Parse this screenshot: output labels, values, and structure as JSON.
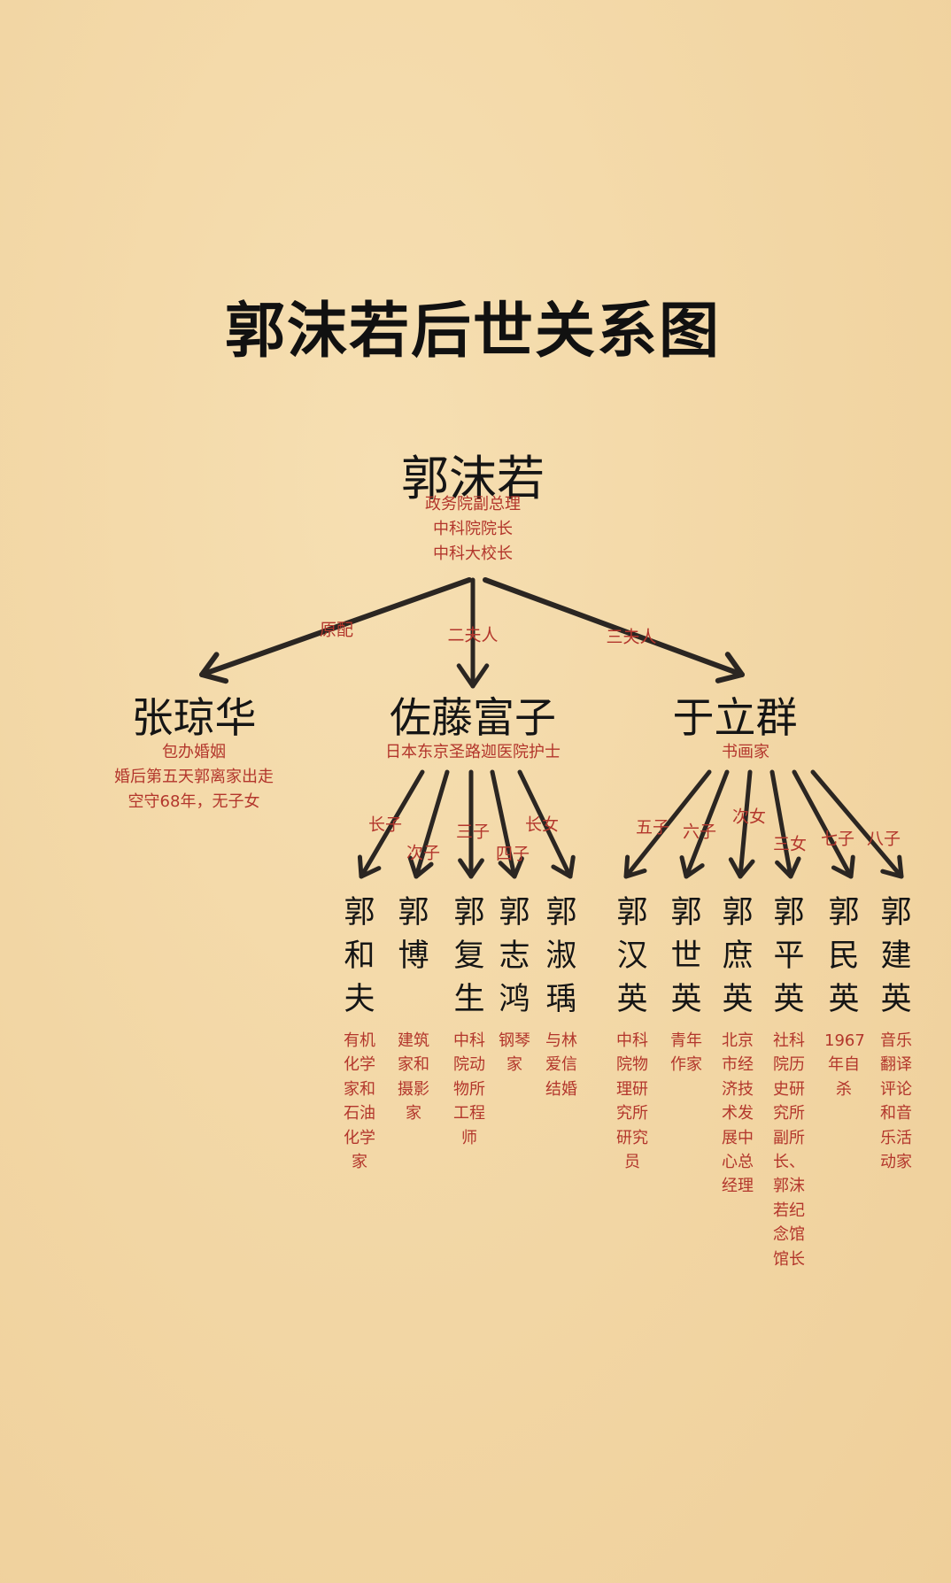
{
  "title": "郭沫若后世关系图",
  "root": {
    "name": "郭沫若",
    "desc": [
      "政务院副总理",
      "中科院院长",
      "中科大校长"
    ]
  },
  "colors": {
    "background": "#f2d6a4",
    "name_text": "#151515",
    "note_text": "#b3362c",
    "arrow": "#2b2622"
  },
  "wives": [
    {
      "relation": "原配",
      "name": "张琼华",
      "desc": [
        "包办婚姻",
        "婚后第五天郭离家出走",
        "空守68年，无子女"
      ]
    },
    {
      "relation": "二夫人",
      "name": "佐藤富子",
      "desc": [
        "日本东京圣路迦医院护士"
      ]
    },
    {
      "relation": "三夫人",
      "name": "于立群",
      "desc": [
        "书画家"
      ]
    }
  ],
  "children": [
    {
      "mother": 1,
      "relation": "长子",
      "name": "郭和夫",
      "desc": [
        "有机",
        "化学",
        "家和",
        "石油",
        "化学",
        "家"
      ]
    },
    {
      "mother": 1,
      "relation": "次子",
      "name": "郭博",
      "desc": [
        "建筑",
        "家和",
        "摄影",
        "家"
      ]
    },
    {
      "mother": 1,
      "relation": "三子",
      "name": "郭复生",
      "desc": [
        "中科",
        "院动",
        "物所",
        "工程",
        "师"
      ]
    },
    {
      "mother": 1,
      "relation": "四子",
      "name": "郭志鸿",
      "desc": [
        "钢琴",
        "家"
      ]
    },
    {
      "mother": 1,
      "relation": "长女",
      "name": "郭淑瑀",
      "desc": [
        "与林",
        "爱信",
        "结婚"
      ]
    },
    {
      "mother": 2,
      "relation": "五子",
      "name": "郭汉英",
      "desc": [
        "中科",
        "院物",
        "理研",
        "究所",
        "研究",
        "员"
      ]
    },
    {
      "mother": 2,
      "relation": "六子",
      "name": "郭世英",
      "desc": [
        "青年",
        "作家"
      ]
    },
    {
      "mother": 2,
      "relation": "次女",
      "name": "郭庶英",
      "desc": [
        "北京",
        "市经",
        "济技",
        "术发",
        "展中",
        "心总",
        "经理"
      ]
    },
    {
      "mother": 2,
      "relation": "三女",
      "name": "郭平英",
      "desc": [
        "社科",
        "院历",
        "史研",
        "究所",
        "副所",
        "长、",
        "郭沫",
        "若纪",
        "念馆",
        "馆长"
      ]
    },
    {
      "mother": 2,
      "relation": "七子",
      "name": "郭民英",
      "desc": [
        "1967",
        "年自",
        "杀"
      ]
    },
    {
      "mother": 2,
      "relation": "八子",
      "name": "郭建英",
      "desc": [
        "音乐",
        "翻译",
        "评论",
        "和音",
        "乐活",
        "动家"
      ]
    }
  ]
}
